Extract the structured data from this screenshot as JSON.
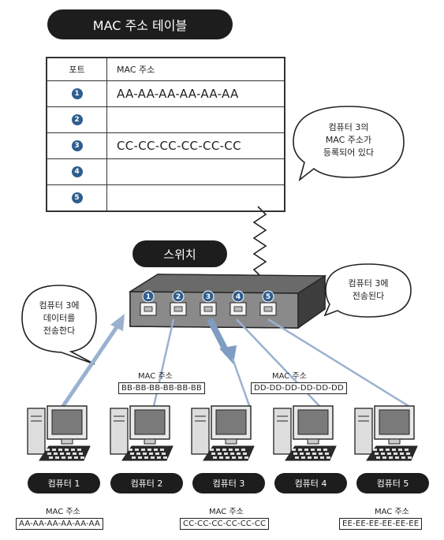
{
  "title": "MAC 주소 테이블",
  "table": {
    "headers": [
      "포트",
      "MAC 주소"
    ],
    "rows": [
      {
        "port": "1",
        "mac": "AA-AA-AA-AA-AA-AA"
      },
      {
        "port": "2",
        "mac": ""
      },
      {
        "port": "3",
        "mac": "CC-CC-CC-CC-CC-CC"
      },
      {
        "port": "4",
        "mac": ""
      },
      {
        "port": "5",
        "mac": ""
      }
    ]
  },
  "bubble_table": [
    "컴퓨터 3의",
    "MAC 주소가",
    "등록되어 있다"
  ],
  "switch_label": "스위치",
  "switch_ports": [
    "1",
    "2",
    "3",
    "4",
    "5"
  ],
  "bubble_switch": [
    "컴퓨터 3에",
    "전송된다"
  ],
  "bubble_sender": [
    "컴퓨터 3에",
    "데이터를",
    "전송한다"
  ],
  "computers": [
    {
      "name": "컴퓨터 1",
      "mac_label": "MAC 주소",
      "mac": "AA-AA-AA-AA-AA-AA"
    },
    {
      "name": "컴퓨터 2",
      "mac_label": "MAC 주소",
      "mac": "BB-BB-BB-BB-BB-BB"
    },
    {
      "name": "컴퓨터 3",
      "mac_label": "MAC 주소",
      "mac": "CC-CC-CC-CC-CC-CC"
    },
    {
      "name": "컴퓨터 4",
      "mac_label": "MAC 주소",
      "mac": "DD-DD-DD-DD-DD-DD"
    },
    {
      "name": "컴퓨터 5",
      "mac_label": "MAC 주소",
      "mac": "EE-EE-EE-EE-EE-EE"
    }
  ],
  "colors": {
    "port_blue": "#2f5d8f",
    "link_blue": "#9ab1cf",
    "pill": "#1d1d1d"
  }
}
